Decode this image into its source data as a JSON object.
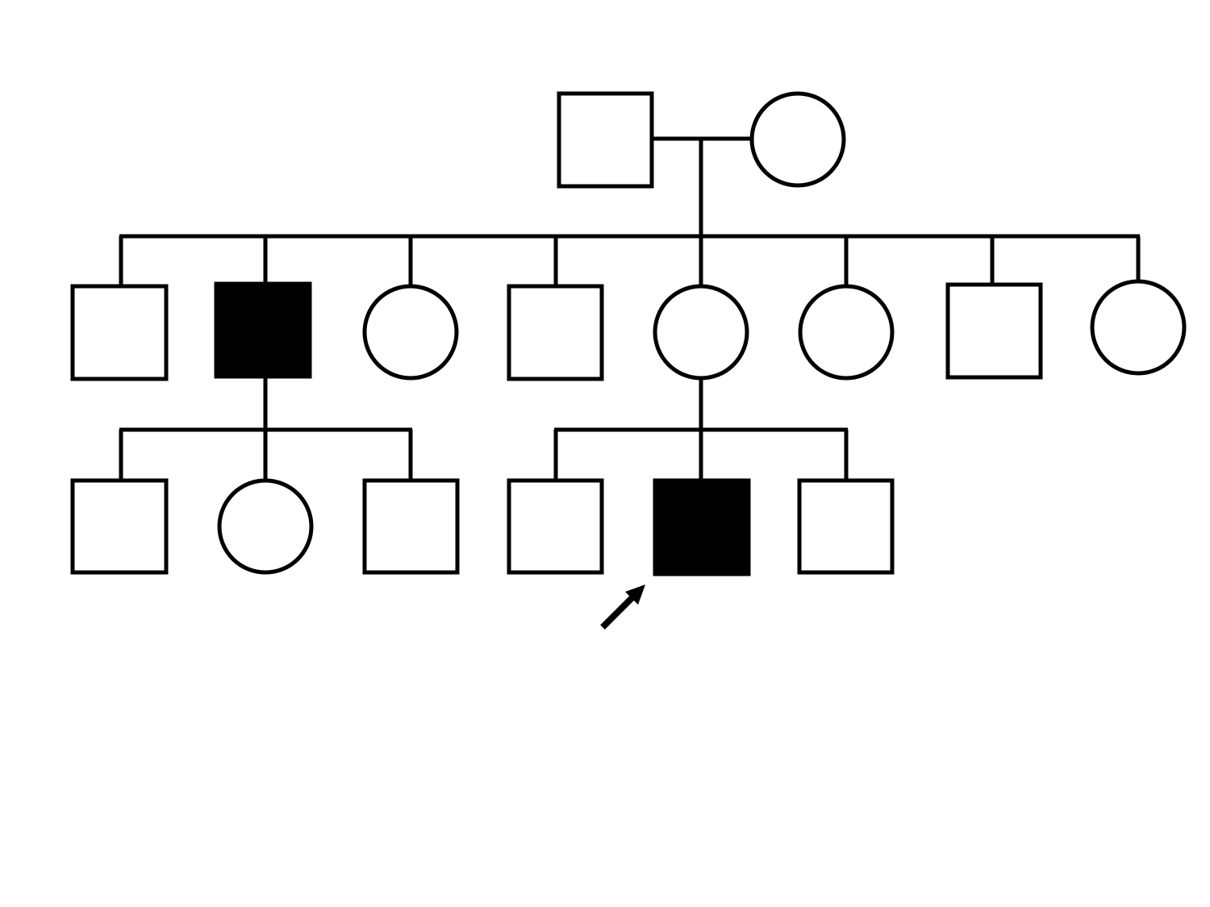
{
  "colors": {
    "line": "#000000",
    "affected": "#000000",
    "unaffected": "#ffffff",
    "background": "#ffffff"
  },
  "pedigree": {
    "generations": [
      {
        "individuals": [
          {
            "id": "I-1",
            "male": true,
            "affected": false
          },
          {
            "id": "I-2",
            "male": false,
            "affected": false
          }
        ]
      },
      {
        "individuals": [
          {
            "id": "II-1",
            "male": true,
            "affected": false
          },
          {
            "id": "II-2",
            "male": true,
            "affected": true
          },
          {
            "id": "II-3",
            "male": false,
            "affected": false
          },
          {
            "id": "II-4",
            "male": true,
            "affected": false
          },
          {
            "id": "II-5",
            "male": false,
            "affected": false
          },
          {
            "id": "II-6",
            "male": false,
            "affected": false
          },
          {
            "id": "II-7",
            "male": true,
            "affected": false
          },
          {
            "id": "II-8",
            "male": false,
            "affected": false
          }
        ]
      },
      {
        "individuals": [
          {
            "id": "III-1",
            "male": true,
            "affected": false
          },
          {
            "id": "III-2",
            "male": false,
            "affected": false
          },
          {
            "id": "III-3",
            "male": true,
            "affected": false
          },
          {
            "id": "III-4",
            "male": true,
            "affected": false
          },
          {
            "id": "III-5",
            "male": true,
            "affected": true,
            "proband": true
          },
          {
            "id": "III-6",
            "male": true,
            "affected": false
          }
        ]
      }
    ]
  }
}
